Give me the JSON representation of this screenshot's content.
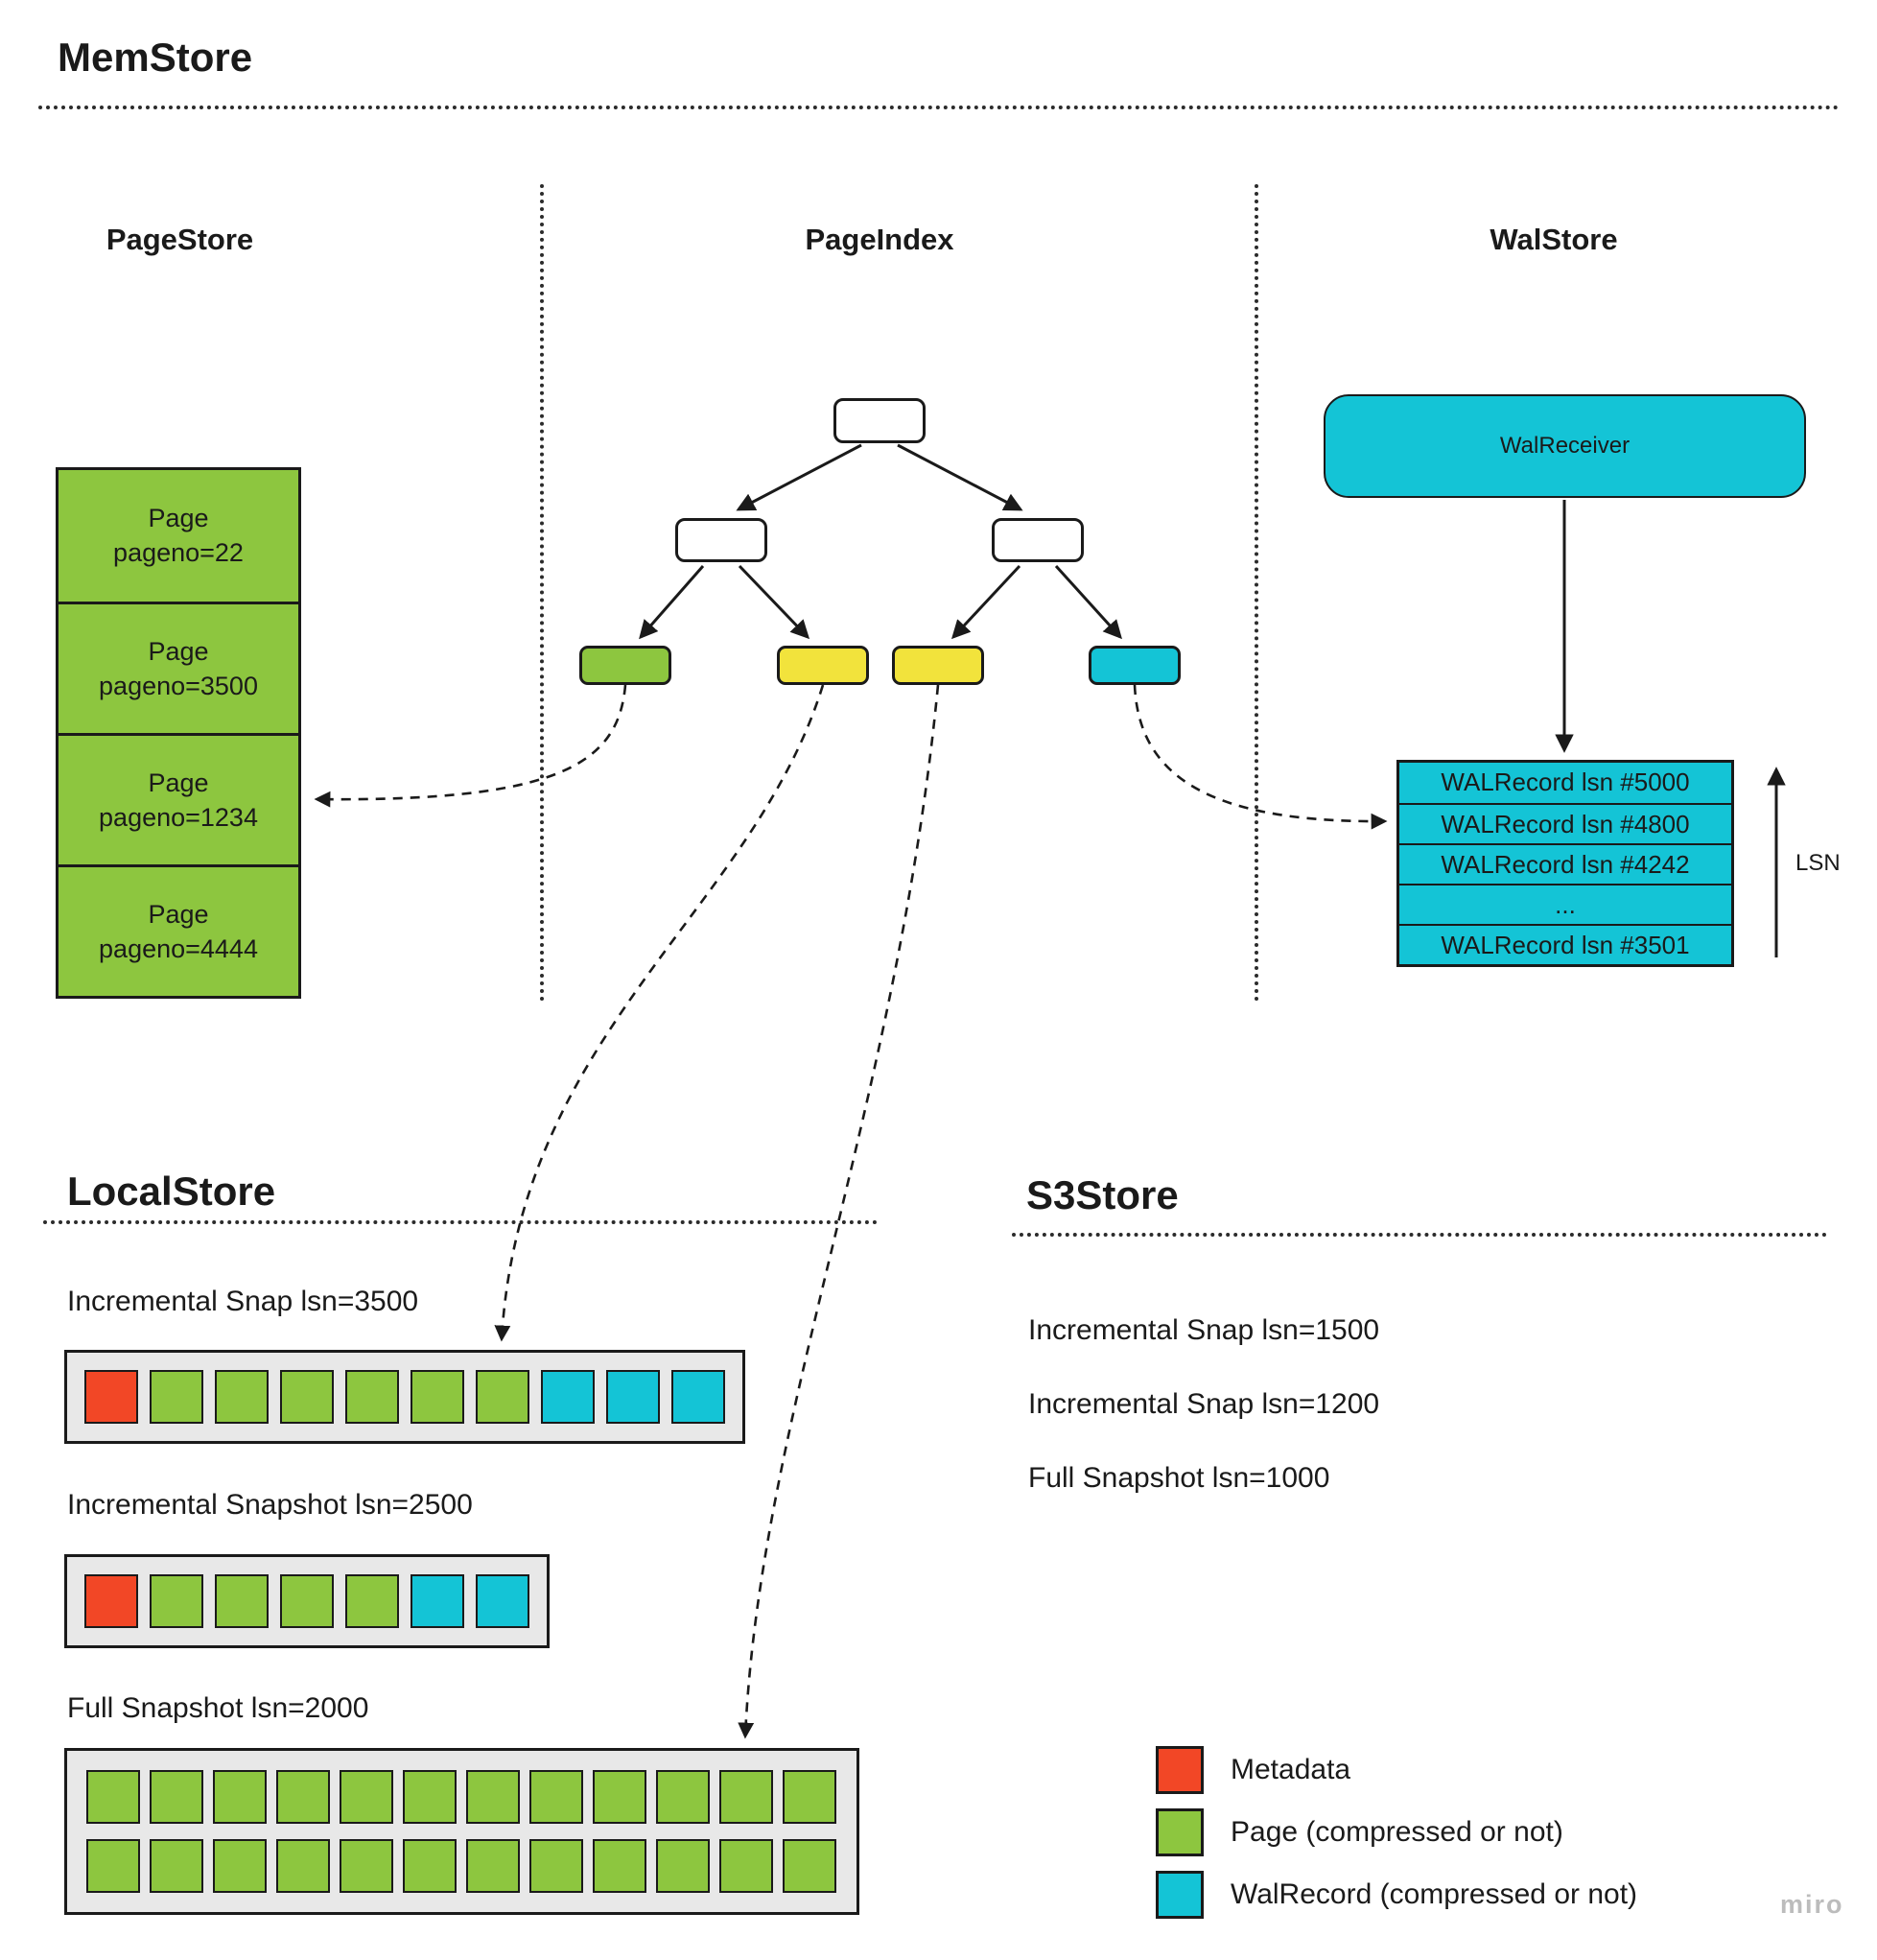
{
  "colors": {
    "green": "#8dc63f",
    "yellow": "#f2e33c",
    "cyan": "#14c4d6",
    "red": "#f24726",
    "gray": "#e8e8e8",
    "ink": "#1a1a1a"
  },
  "memstore": {
    "title": "MemStore",
    "pagestore": {
      "heading": "PageStore",
      "pages": [
        {
          "line1": "Page",
          "line2": "pageno=22"
        },
        {
          "line1": "Page",
          "line2": "pageno=3500"
        },
        {
          "line1": "Page",
          "line2": "pageno=1234"
        },
        {
          "line1": "Page",
          "line2": "pageno=4444"
        }
      ]
    },
    "pageindex": {
      "heading": "PageIndex",
      "leaf_colors": [
        "green",
        "yellow",
        "yellow",
        "cyan"
      ]
    },
    "walstore": {
      "heading": "WalStore",
      "receiver_label": "WalReceiver",
      "records": [
        "WALRecord lsn #5000",
        "WALRecord lsn #4800",
        "WALRecord lsn #4242",
        "...",
        "WALRecord lsn #3501"
      ],
      "axis_label": "LSN"
    }
  },
  "localstore": {
    "title": "LocalStore",
    "snap_3500": {
      "label": "Incremental Snap lsn=3500",
      "cells": [
        "red",
        "green",
        "green",
        "green",
        "green",
        "green",
        "green",
        "cyan",
        "cyan",
        "cyan"
      ]
    },
    "snap_2500": {
      "label": "Incremental Snapshot lsn=2500",
      "cells": [
        "red",
        "green",
        "green",
        "green",
        "green",
        "cyan",
        "cyan"
      ]
    },
    "full_2000": {
      "label": "Full Snapshot lsn=2000",
      "cells": [
        "green",
        "green",
        "green",
        "green",
        "green",
        "green",
        "green",
        "green",
        "green",
        "green",
        "green",
        "green",
        "green",
        "green",
        "green",
        "green",
        "green",
        "green",
        "green",
        "green",
        "green",
        "green",
        "green",
        "green"
      ]
    }
  },
  "s3store": {
    "title": "S3Store",
    "items": [
      "Incremental Snap lsn=1500",
      "Incremental Snap lsn=1200",
      "Full Snapshot lsn=1000"
    ]
  },
  "legend": {
    "items": [
      {
        "color": "red",
        "label": "Metadata"
      },
      {
        "color": "green",
        "label": "Page (compressed or not)"
      },
      {
        "color": "cyan",
        "label": "WalRecord (compressed or not)"
      }
    ]
  },
  "watermark": "miro"
}
